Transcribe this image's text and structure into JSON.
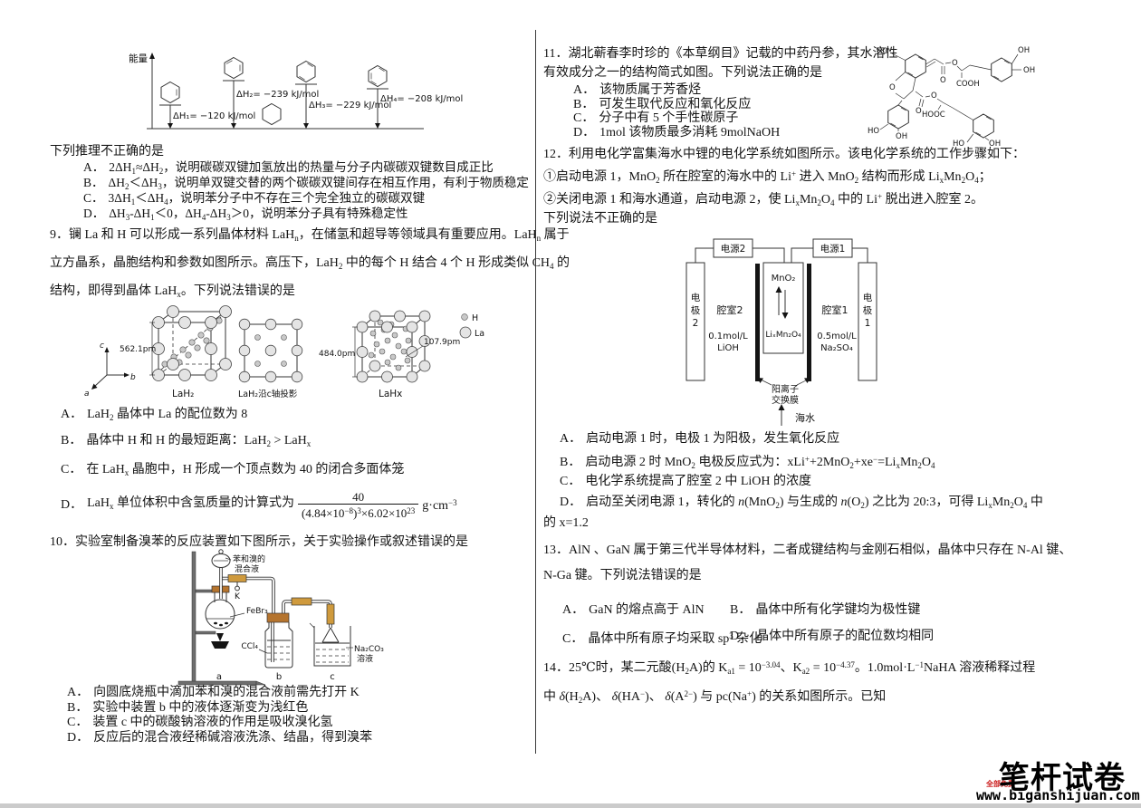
{
  "q8": {
    "fig": {
      "axis": "能量",
      "dh1": "ΔH₁= −120 kJ/mol",
      "dh2": "ΔH₂= −239 kJ/mol",
      "dh3": "ΔH₃= −229 kJ/mol",
      "dh4": "ΔH₄= −208 kJ/mol"
    },
    "stem": "下列推理不正确的是",
    "opts": [
      {
        "label": "A．",
        "html": "2ΔH<sub>1</sub>≈ΔH<sub>2</sub>，说明碳碳双键加氢放出的热量与分子内碳碳双键数目成正比"
      },
      {
        "label": "B．",
        "html": "ΔH<sub>2</sub>＜ΔH<sub>3</sub>，说明单双键交替的两个碳碳双键间存在相互作用，有利于物质稳定"
      },
      {
        "label": "C．",
        "html": "3ΔH<sub>1</sub>＜ΔH<sub>4</sub>，说明苯分子中不存在三个完全独立的碳碳双键"
      },
      {
        "label": "D．",
        "html": "ΔH<sub>3</sub>-ΔH<sub>1</sub>＜0，ΔH<sub>4</sub>-ΔH<sub>3</sub>＞0，说明苯分子具有特殊稳定性"
      }
    ]
  },
  "q9": {
    "line1": "9．镧 La 和 H 可以形成一系列晶体材料 LaH<sub>n</sub>，在储氢和超导等领域具有重要应用。LaH<sub>n</sub> 属于",
    "line2": "立方晶系，晶胞结构和参数如图所示。高压下，LaH<sub>2</sub> 中的每个 H 结合 4 个 H 形成类似 CH<sub>4</sub> 的",
    "line3": "结构，即得到晶体 LaH<sub>x</sub>。下列说法错误的是",
    "fig": {
      "ax_a": "a",
      "ax_b": "b",
      "ax_c": "c",
      "len1": "562.1pm",
      "cap1": "LaH₂",
      "cap2": "LaH₂沿c轴投影",
      "len2": "484.0pm",
      "len3": "107.9pm",
      "cap3": "LaHx",
      "legH": "H",
      "legLa": "La"
    },
    "opts": [
      {
        "label": "A．",
        "html": "LaH<sub>2</sub> 晶体中 La 的配位数为 8"
      },
      {
        "label": "B．",
        "html": "晶体中 H 和 H 的最短距离：LaH<sub>2</sub> > LaH<sub>x</sub>"
      },
      {
        "label": "C．",
        "html": "在 LaH<sub>x</sub> 晶胞中，H 形成一个顶点数为 40 的闭合多面体笼"
      },
      {
        "label": "D．",
        "pre": "LaH<sub>x</sub> 单位体积中含氢质量的计算式为",
        "num": "40",
        "den": "(4.84×10<sup>−8</sup>)<sup>3</sup>×6.02×10<sup>23</sup>",
        "suf": "g·cm<sup>−3</sup>"
      }
    ]
  },
  "q10": {
    "stem": "10．实验室制备溴苯的反应装置如下图所示，关于实验操作或叙述错误的是",
    "fig": {
      "funnel1": "苯和溴的",
      "funnel2": "混合液",
      "k": "K",
      "febr3": "FeBr₃",
      "ccl4": "CCl₄",
      "na2co3": "Na₂CO₃",
      "rongye": "溶液",
      "a": "a",
      "b": "b",
      "c": "c"
    },
    "opts": [
      {
        "label": "A．",
        "html": "向圆底烧瓶中滴加苯和溴的混合液前需先打开 K"
      },
      {
        "label": "B．",
        "html": "实验中装置 b 中的液体逐渐变为浅红色"
      },
      {
        "label": "C．",
        "html": "装置 c 中的碳酸钠溶液的作用是吸收溴化氢"
      },
      {
        "label": "D．",
        "html": "反应后的混合液经稀碱溶液洗涤、结晶，得到溴苯"
      }
    ]
  },
  "q11": {
    "line1": "11．湖北蕲春李时珍的《本草纲目》记载的中药丹参，其水溶性",
    "line2": "有效成分之一的结构简式如图。下列说法正确的是",
    "opts": [
      {
        "label": "A．",
        "html": "该物质属于芳香烃"
      },
      {
        "label": "B．",
        "html": "可发生取代反应和氧化反应"
      },
      {
        "label": "C．",
        "html": "分子中有 5 个手性碳原子"
      },
      {
        "label": "D．",
        "html": "1mol 该物质最多消耗 9molNaOH"
      }
    ],
    "fig": {
      "ho1": "HO",
      "o1": "O",
      "ho2": "HO",
      "oh2": "OH",
      "o2": "O",
      "o3": "O",
      "cooh": "COOH",
      "oh3": "OH",
      "oh4": "OH",
      "o4": "O",
      "o5": "O",
      "hooc": "HOOC",
      "ho3": "HO",
      "oh5": "OH"
    }
  },
  "q12": {
    "stem": "12．利用电化学富集海水中锂的电化学系统如图所示。该电化学系统的工作步骤如下：",
    "step1": "①启动电源 1，MnO<sub>2</sub> 所在腔室的海水中的 Li<sup>+</sup> 进入 MnO<sub>2</sub> 结构而形成 Li<sub>x</sub>Mn<sub>2</sub>O<sub>4</sub>；",
    "step2": "②关闭电源 1 和海水通道，启动电源 2，使 Li<sub>x</sub>Mn<sub>2</sub>O<sub>4</sub> 中的 Li<sup>+</sup> 脱出进入腔室 2。",
    "stem2": "下列说法不正确的是",
    "fig": {
      "ps2": "电源2",
      "ps1": "电源1",
      "el2": [
        "电",
        "极",
        "2"
      ],
      "el1": [
        "电",
        "极",
        "1"
      ],
      "ch2": "腔室2",
      "ch1": "腔室1",
      "sol2a": "0.1mol/L",
      "sol2b": "LiOH",
      "sol1a": "0.5mol/L",
      "sol1b": "Na₂SO₄",
      "mno2": "MnO₂",
      "limn": "LiₓMn₂O₄",
      "mem1": "阳离子",
      "mem2": "交换膜",
      "sea": "海水"
    },
    "opts": [
      {
        "label": "A．",
        "html": "启动电源 1 时，电极 1 为阳极，发生氧化反应"
      },
      {
        "label": "B．",
        "html": "启动电源 2 时 MnO<sub>2</sub> 电极反应式为：xLi<sup>+</sup>+2MnO<sub>2</sub>+xe<sup>−</sup>=Li<sub>x</sub>Mn<sub>2</sub>O<sub>4</sub>"
      },
      {
        "label": "C．",
        "html": "电化学系统提高了腔室 2 中 LiOH 的浓度"
      },
      {
        "label": "D．",
        "html": "启动至关闭电源 1，转化的 <i>n</i>(MnO<sub>2</sub>) 与生成的 <i>n</i>(O<sub>2</sub>) 之比为 20:3，可得 Li<sub>x</sub>Mn<sub>2</sub>O<sub>4</sub> 中"
      },
      {
        "label": "",
        "html": "的 x=1.2"
      }
    ]
  },
  "q13": {
    "line1": "13．AlN 、GaN 属于第三代半导体材料，二者成键结构与金刚石相似，晶体中只存在 N-Al 键、",
    "line2": "N-Ga 键。下列说法错误的是",
    "optA": {
      "label": "A．",
      "html": "GaN 的熔点高于 AlN"
    },
    "optB": {
      "label": "B．",
      "html": "晶体中所有化学键均为极性键"
    },
    "optC": {
      "label": "C．",
      "html": "晶体中所有原子均采取 sp<sup>3</sup> 杂化"
    },
    "optD": {
      "label": "D．",
      "html": "晶体中所有原子的配位数均相同"
    }
  },
  "q14": {
    "line1": "14．25℃时，某二元酸(H<sub>2</sub>A)的 K<sub>a1</sub> = 10<sup>−3.04</sup>、K<sub>a2</sub> = 10<sup>−4.37</sup>。1.0mol·L<sup>−1</sup>NaHA 溶液稀释过程",
    "line2": "中 <i>δ</i>(H<sub>2</sub>A)、 <i>δ</i>(HA<sup>−</sup>)、 <i>δ</i>(A<sup>2−</sup>) 与 pc(Na<sup>+</sup>) 的关系如图所示。已知"
  },
  "footer": {
    "tag": "全部免费",
    "brand": "笔杆试卷",
    "url": "www.biganshijuan.com"
  }
}
